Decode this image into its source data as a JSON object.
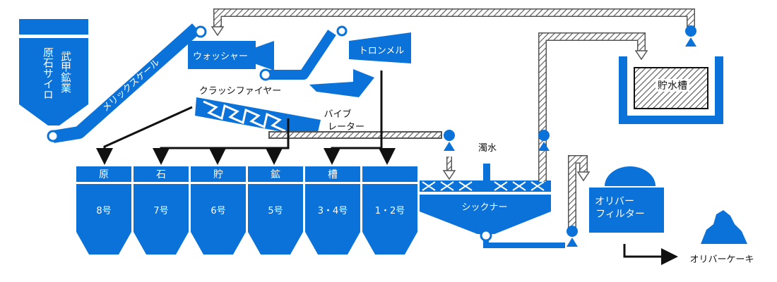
{
  "colors": {
    "blue": "#0a72d8",
    "black": "#111111",
    "white": "#ffffff",
    "hatch": "#555555"
  },
  "labels": {
    "silo_line1": "原石サイロ",
    "silo_line2": "武甲鉱業",
    "conveyor": "メリックスケール",
    "washer": "ウォッシャー",
    "crusher": "クラッシファイヤー",
    "trommel": "トロンメル",
    "vibrator_1": "バイブ",
    "vibrator_2": "レーター",
    "turbid_water": "濁水",
    "thickener": "シックナー",
    "filter_1": "オリバー",
    "filter_2": "フィルター",
    "tank": "貯水槽",
    "cake": "オリバーケーキ"
  },
  "bins": [
    {
      "header": "原",
      "number": "8号"
    },
    {
      "header": "石",
      "number": "7号"
    },
    {
      "header": "貯",
      "number": "6号"
    },
    {
      "header": "鉱",
      "number": "5号"
    },
    {
      "header": "槽",
      "number": "3・4号"
    },
    {
      "header": "",
      "number": "1・2号"
    }
  ]
}
